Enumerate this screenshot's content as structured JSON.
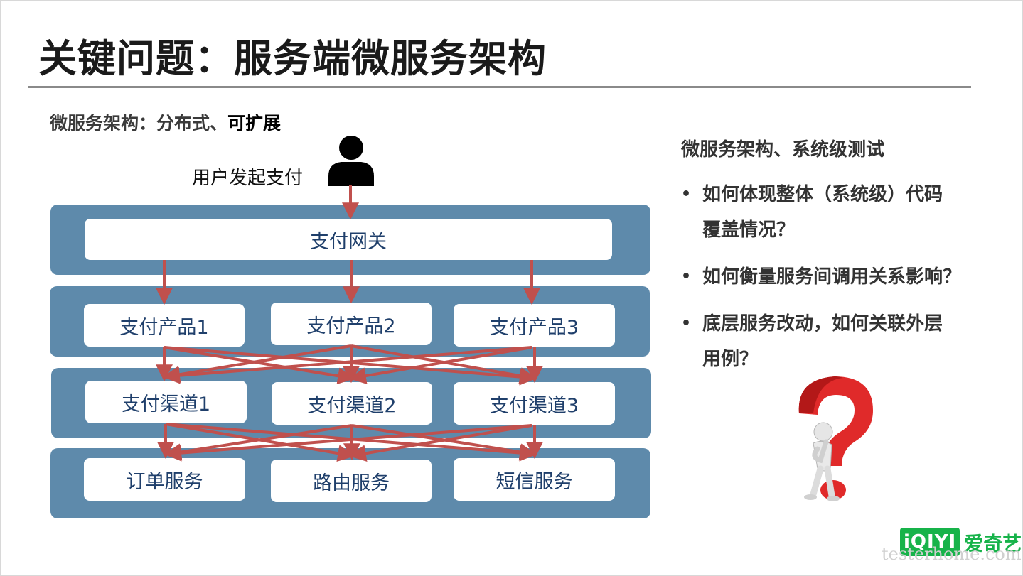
{
  "slide": {
    "title": "关键问题：服务端微服务架构",
    "subtitle_prefix": "微服务架构：分布式、",
    "subtitle_strong": "可扩展"
  },
  "diagram": {
    "user_label": "用户发起支付",
    "gateway": "支付网关",
    "products": [
      "支付产品1",
      "支付产品2",
      "支付产品3"
    ],
    "channels": [
      "支付渠道1",
      "支付渠道2",
      "支付渠道3"
    ],
    "services": [
      "订单服务",
      "路由服务",
      "短信服务"
    ]
  },
  "right_panel": {
    "heading": "微服务架构、系统级测试",
    "bullets": [
      {
        "line1": "如何体现整体（系统级）代码",
        "line2": "覆盖情况？"
      },
      {
        "line1": "如何衡量服务间调用关系影响？",
        "line2": ""
      },
      {
        "line1": "底层服务改动，如何关联外层",
        "line2": "用例？"
      }
    ],
    "bullet_glyph": "•"
  },
  "brand": {
    "logo_text": "iQIYI",
    "name": "爱奇艺",
    "watermark": "testerhome.com"
  },
  "colors": {
    "layer": "#5e8aab",
    "arrow": "#c0504d",
    "box_text": "#1f3f6b",
    "brand_green": "#17b34a"
  }
}
